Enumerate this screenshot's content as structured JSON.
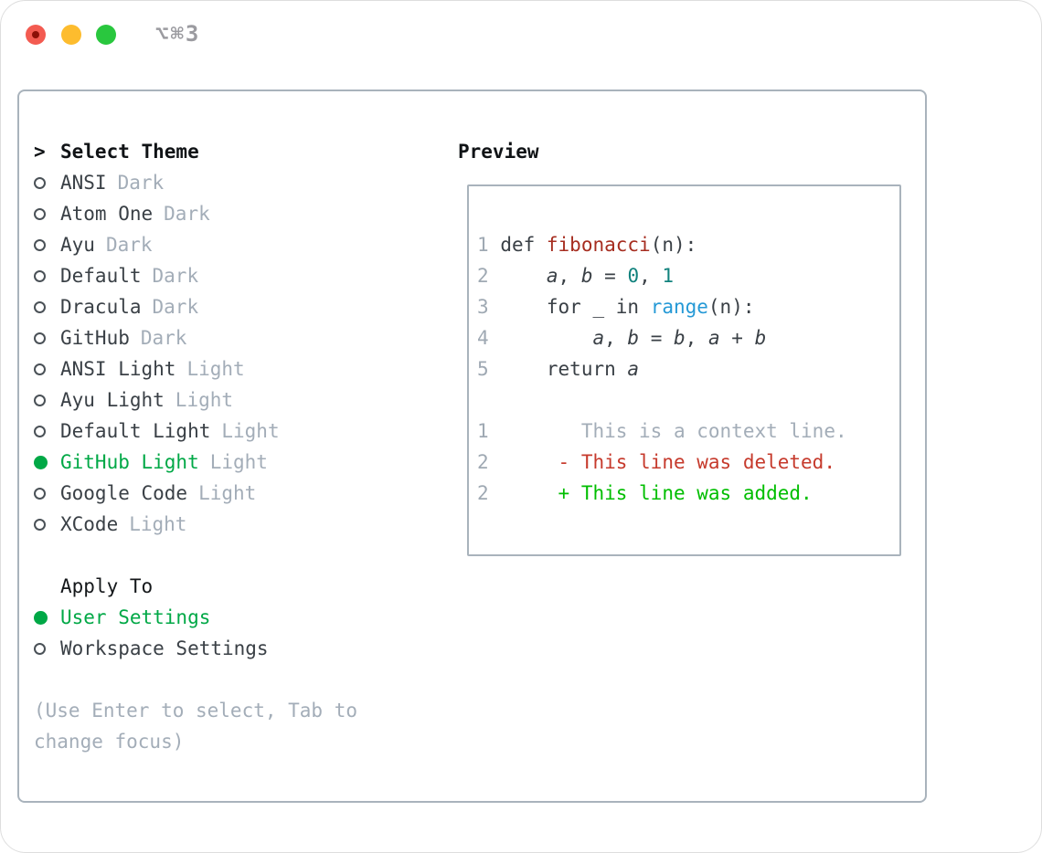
{
  "window": {
    "title": "⌥⌘3"
  },
  "colors": {
    "accent_green": "#00a846",
    "added_green": "#00be00",
    "deleted_red": "#c63a2c",
    "function_red": "#a62d20",
    "number_teal": "#11827d",
    "call_blue": "#2599d6",
    "text_dark": "#3a4046",
    "muted_gray": "#a3adb8",
    "line_number_gray": "#9fa9b3",
    "border_gray": "#a9b3bc",
    "title_gray": "#9b9ba0",
    "traffic_red": "#f35b51",
    "traffic_red_dot": "#8c1007",
    "traffic_yellow": "#fdbc2e",
    "traffic_green": "#29c73e"
  },
  "select_header": {
    "marker": ">",
    "label": "Select Theme"
  },
  "themes": [
    {
      "name": "ANSI",
      "variant": "Dark",
      "selected": false
    },
    {
      "name": "Atom One",
      "variant": "Dark",
      "selected": false
    },
    {
      "name": "Ayu",
      "variant": "Dark",
      "selected": false
    },
    {
      "name": "Default",
      "variant": "Dark",
      "selected": false
    },
    {
      "name": "Dracula",
      "variant": "Dark",
      "selected": false
    },
    {
      "name": "GitHub",
      "variant": "Dark",
      "selected": false
    },
    {
      "name": "ANSI Light",
      "variant": "Light",
      "selected": false
    },
    {
      "name": "Ayu Light",
      "variant": "Light",
      "selected": false
    },
    {
      "name": "Default Light",
      "variant": "Light",
      "selected": false
    },
    {
      "name": "GitHub Light",
      "variant": "Light",
      "selected": true
    },
    {
      "name": "Google Code",
      "variant": "Light",
      "selected": false
    },
    {
      "name": "XCode",
      "variant": "Light",
      "selected": false
    }
  ],
  "apply_to": {
    "label": "Apply To",
    "options": [
      {
        "name": "User Settings",
        "selected": true
      },
      {
        "name": "Workspace Settings",
        "selected": false
      }
    ]
  },
  "hint": "(Use Enter to select, Tab to\nchange focus)",
  "preview": {
    "title": "Preview",
    "lines": [
      {
        "num": "1",
        "segs": [
          [
            "pl",
            "def "
          ],
          [
            "fn",
            "fibonacci"
          ],
          [
            "pl",
            "(n):"
          ]
        ]
      },
      {
        "num": "2",
        "segs": [
          [
            "pl",
            "    "
          ],
          [
            "it",
            "a"
          ],
          [
            "pl",
            ", "
          ],
          [
            "it",
            "b"
          ],
          [
            "pl",
            " = "
          ],
          [
            "num",
            "0"
          ],
          [
            "pl",
            ", "
          ],
          [
            "num",
            "1"
          ]
        ]
      },
      {
        "num": "3",
        "segs": [
          [
            "pl",
            "    for _ in "
          ],
          [
            "call",
            "range"
          ],
          [
            "pl",
            "(n):"
          ]
        ]
      },
      {
        "num": "4",
        "segs": [
          [
            "pl",
            "        "
          ],
          [
            "it",
            "a"
          ],
          [
            "pl",
            ", "
          ],
          [
            "it",
            "b"
          ],
          [
            "pl",
            " = "
          ],
          [
            "it",
            "b"
          ],
          [
            "pl",
            ", "
          ],
          [
            "it",
            "a"
          ],
          [
            "pl",
            " + "
          ],
          [
            "it",
            "b"
          ]
        ]
      },
      {
        "num": "5",
        "segs": [
          [
            "pl",
            "    return "
          ],
          [
            "it",
            "a"
          ]
        ]
      },
      {
        "num": "",
        "segs": []
      },
      {
        "num": "1",
        "segs": [
          [
            "mut",
            "       This is a context line."
          ]
        ]
      },
      {
        "num": "2",
        "segs": [
          [
            "del",
            "     - This line was deleted."
          ]
        ]
      },
      {
        "num": "2",
        "segs": [
          [
            "add",
            "     + This line was added."
          ]
        ]
      }
    ]
  }
}
